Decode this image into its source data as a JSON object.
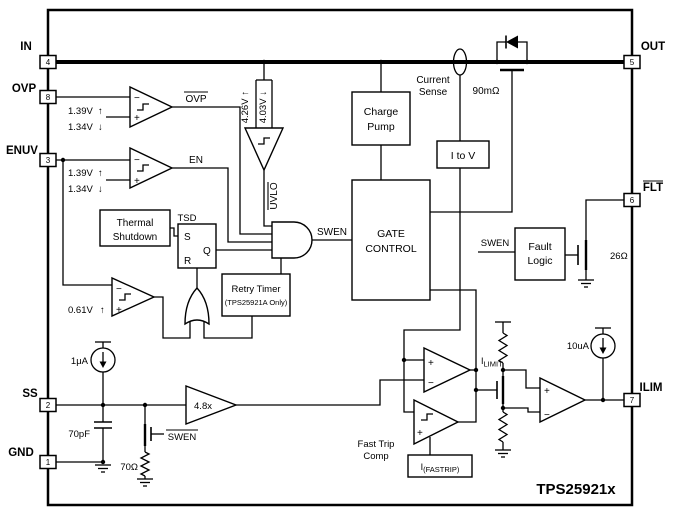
{
  "title": {
    "text": "TPS25921x",
    "color": "#1F3864"
  },
  "pins": {
    "in": {
      "label": "IN",
      "number": "4"
    },
    "ovp": {
      "label": "OVP",
      "number": "8"
    },
    "enuv": {
      "label": "ENUV",
      "number": "3"
    },
    "ss": {
      "label": "SS",
      "number": "2"
    },
    "gnd": {
      "label": "GND",
      "number": "1"
    },
    "out": {
      "label": "OUT",
      "number": "5"
    },
    "flt": {
      "label": "FLT",
      "number": "6"
    },
    "ilim": {
      "label": "ILIM",
      "number": "7"
    }
  },
  "blocks": {
    "charge_pump": {
      "line1": "Charge",
      "line2": "Pump"
    },
    "i_to_v": {
      "label": "I to V"
    },
    "gate_control": {
      "line1": "GATE",
      "line2": "CONTROL"
    },
    "thermal_shutdown": {
      "line1": "Thermal",
      "line2": "Shutdown"
    },
    "retry_timer": {
      "line1": "Retry Timer",
      "line2": "(TPS25921A Only)"
    },
    "fault_logic": {
      "line1": "Fault",
      "line2": "Logic"
    },
    "fastrip": {
      "base": "I",
      "sub": "(FASTRIP)"
    }
  },
  "signals": {
    "ovp_bar": "OVP",
    "en": "EN",
    "uvlo": "UVLO",
    "tsd": "TSD",
    "swen_gate": "SWEN",
    "swen_fault": "SWEN",
    "swen_bar": "SWEN",
    "ilimit_base": "I",
    "ilimit_sub": "LIMIT"
  },
  "latch": {
    "s": "S",
    "q": "Q",
    "r": "R"
  },
  "thresholds": {
    "ovp_rise": "1.39V",
    "ovp_fall": "1.34V",
    "en_rise": "1.39V",
    "en_fall": "1.34V",
    "uvlo_rise": "4.26V",
    "uvlo_fall": "4.03V",
    "enuv_ref": "0.61V"
  },
  "components": {
    "rds_on": "90mΩ",
    "flt_fet": "26Ω",
    "ss_cap": "70pF",
    "ss_res": "70Ω",
    "ss_current": "1μA",
    "ilim_current": "10uA",
    "gain": "4.8x"
  },
  "annotations": {
    "current_sense_1": "Current",
    "current_sense_2": "Sense",
    "fast_trip_1": "Fast Trip",
    "fast_trip_2": "Comp"
  },
  "symbols": {
    "plus": "+",
    "minus": "−",
    "arrow_up": "↑",
    "arrow_down": "↓"
  }
}
